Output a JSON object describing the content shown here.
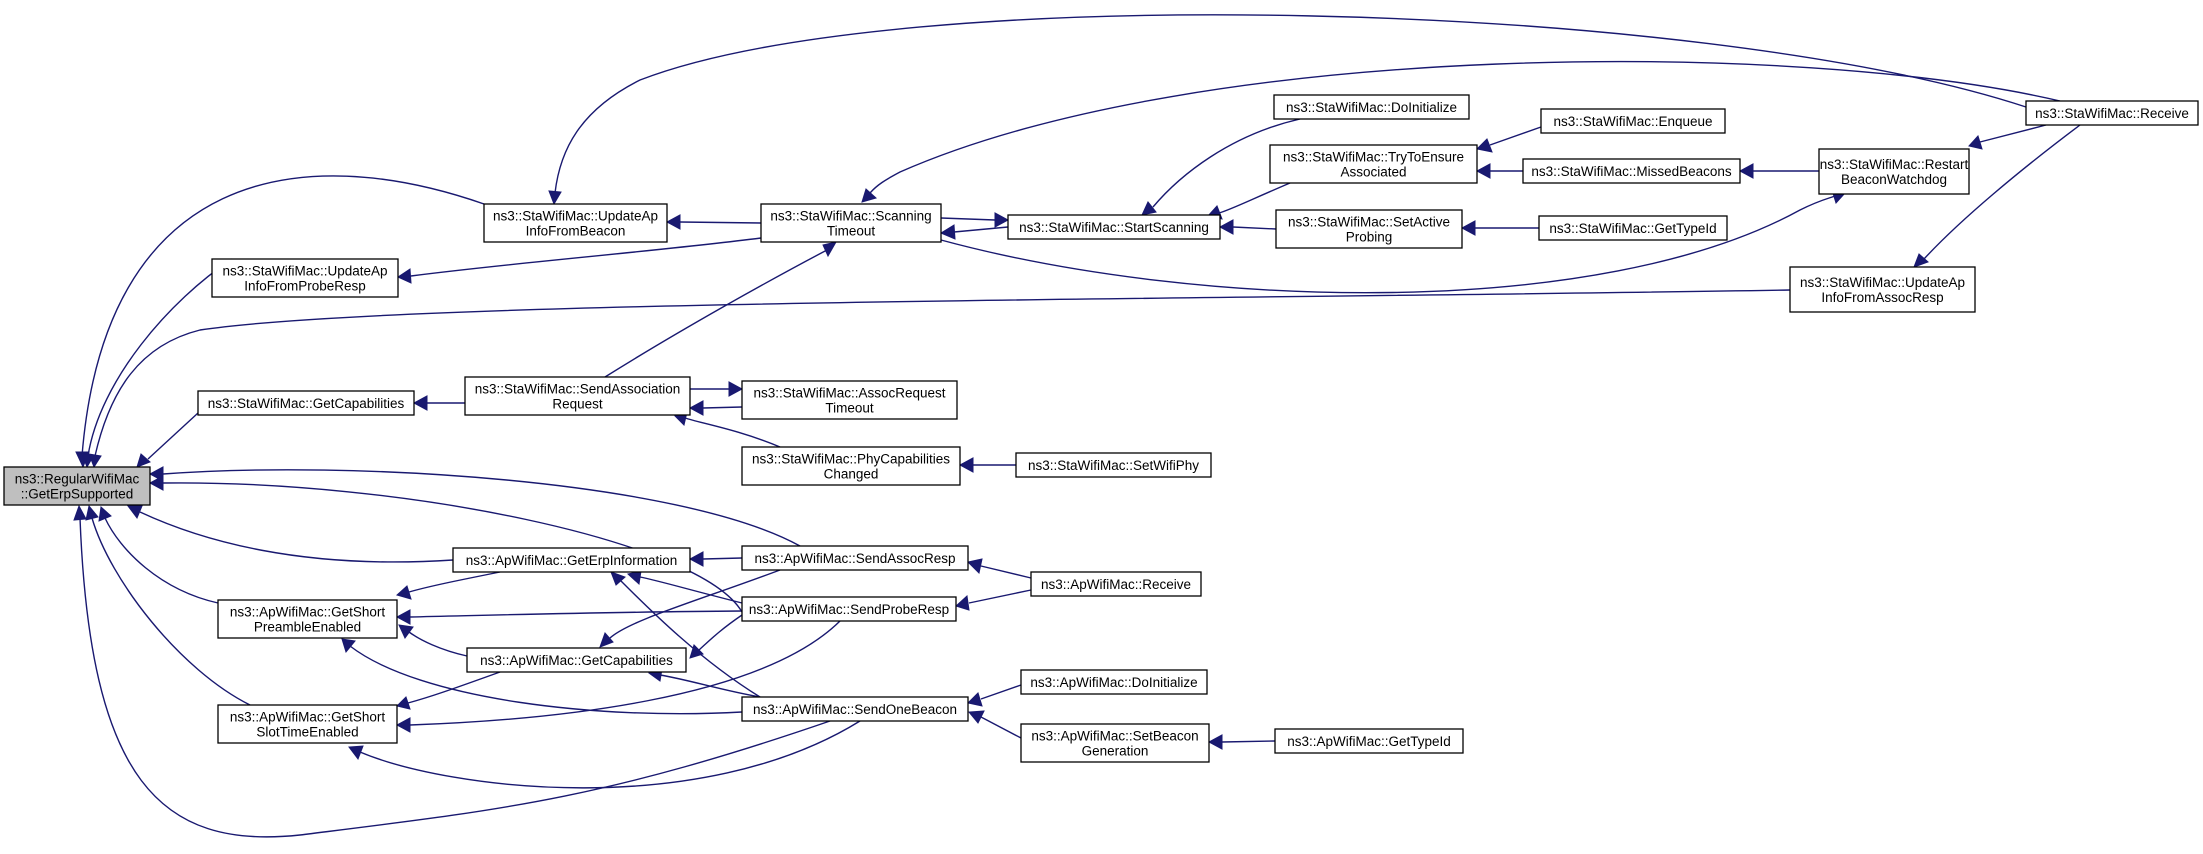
{
  "graph": {
    "nodes": [
      {
        "id": "root",
        "lines": [
          "ns3::RegularWifiMac",
          "::GetErpSupported"
        ],
        "root": true
      },
      {
        "id": "sta_upd_beacon",
        "lines": [
          "ns3::StaWifiMac::UpdateAp",
          "InfoFromBeacon"
        ]
      },
      {
        "id": "sta_upd_probe",
        "lines": [
          "ns3::StaWifiMac::UpdateAp",
          "InfoFromProbeResp"
        ]
      },
      {
        "id": "sta_getcap",
        "lines": [
          "ns3::StaWifiMac::GetCapabilities"
        ]
      },
      {
        "id": "ap_geterp",
        "lines": [
          "ns3::ApWifiMac::GetErpInformation"
        ]
      },
      {
        "id": "ap_preamble",
        "lines": [
          "ns3::ApWifiMac::GetShort",
          "PreambleEnabled"
        ]
      },
      {
        "id": "ap_slottime",
        "lines": [
          "ns3::ApWifiMac::GetShort",
          "SlotTimeEnabled"
        ]
      },
      {
        "id": "ap_getcap",
        "lines": [
          "ns3::ApWifiMac::GetCapabilities"
        ]
      },
      {
        "id": "sta_sendassoc",
        "lines": [
          "ns3::StaWifiMac::SendAssociation",
          "Request"
        ]
      },
      {
        "id": "sta_scan_timeout",
        "lines": [
          "ns3::StaWifiMac::Scanning",
          "Timeout"
        ]
      },
      {
        "id": "sta_assoc_timeout",
        "lines": [
          "ns3::StaWifiMac::AssocRequest",
          "Timeout"
        ]
      },
      {
        "id": "sta_phycap",
        "lines": [
          "ns3::StaWifiMac::PhyCapabilities",
          "Changed"
        ]
      },
      {
        "id": "ap_sendassocresp",
        "lines": [
          "ns3::ApWifiMac::SendAssocResp"
        ]
      },
      {
        "id": "ap_sendprobe",
        "lines": [
          "ns3::ApWifiMac::SendProbeResp"
        ]
      },
      {
        "id": "ap_sendbeacon",
        "lines": [
          "ns3::ApWifiMac::SendOneBeacon"
        ]
      },
      {
        "id": "sta_startscan",
        "lines": [
          "ns3::StaWifiMac::StartScanning"
        ]
      },
      {
        "id": "sta_setwifiphy",
        "lines": [
          "ns3::StaWifiMac::SetWifiPhy"
        ]
      },
      {
        "id": "ap_receive",
        "lines": [
          "ns3::ApWifiMac::Receive"
        ]
      },
      {
        "id": "ap_doinit",
        "lines": [
          "ns3::ApWifiMac::DoInitialize"
        ]
      },
      {
        "id": "ap_setbeacon",
        "lines": [
          "ns3::ApWifiMac::SetBeacon",
          "Generation"
        ]
      },
      {
        "id": "sta_doinit",
        "lines": [
          "ns3::StaWifiMac::DoInitialize"
        ]
      },
      {
        "id": "sta_tryensure",
        "lines": [
          "ns3::StaWifiMac::TryToEnsure",
          "Associated"
        ]
      },
      {
        "id": "sta_setactive",
        "lines": [
          "ns3::StaWifiMac::SetActive",
          "Probing"
        ]
      },
      {
        "id": "ap_gettypeid",
        "lines": [
          "ns3::ApWifiMac::GetTypeId"
        ]
      },
      {
        "id": "sta_enqueue",
        "lines": [
          "ns3::StaWifiMac::Enqueue"
        ]
      },
      {
        "id": "sta_missed",
        "lines": [
          "ns3::StaWifiMac::MissedBeacons"
        ]
      },
      {
        "id": "sta_gettypeid",
        "lines": [
          "ns3::StaWifiMac::GetTypeId"
        ]
      },
      {
        "id": "sta_restart",
        "lines": [
          "ns3::StaWifiMac::Restart",
          "BeaconWatchdog"
        ]
      },
      {
        "id": "sta_upd_assoc",
        "lines": [
          "ns3::StaWifiMac::UpdateAp",
          "InfoFromAssocResp"
        ]
      },
      {
        "id": "sta_receive",
        "lines": [
          "ns3::StaWifiMac::Receive"
        ]
      }
    ],
    "edges": [
      {
        "from": "sta_upd_beacon",
        "to": "root"
      },
      {
        "from": "sta_upd_probe",
        "to": "root"
      },
      {
        "from": "sta_upd_assoc",
        "to": "root"
      },
      {
        "from": "sta_getcap",
        "to": "root"
      },
      {
        "from": "ap_sendassocresp",
        "to": "root"
      },
      {
        "from": "ap_sendprobe",
        "to": "root"
      },
      {
        "from": "ap_geterp",
        "to": "root"
      },
      {
        "from": "ap_preamble",
        "to": "root"
      },
      {
        "from": "ap_slottime",
        "to": "root"
      },
      {
        "from": "ap_sendbeacon",
        "to": "root"
      },
      {
        "from": "sta_scan_timeout",
        "to": "sta_upd_beacon"
      },
      {
        "from": "sta_receive",
        "to": "sta_upd_beacon"
      },
      {
        "from": "sta_scan_timeout",
        "to": "sta_upd_probe"
      },
      {
        "from": "sta_sendassoc",
        "to": "sta_getcap"
      },
      {
        "from": "sta_sendassoc",
        "to": "sta_scan_timeout"
      },
      {
        "from": "sta_startscan",
        "to": "sta_scan_timeout"
      },
      {
        "from": "sta_scan_timeout",
        "to": "sta_startscan"
      },
      {
        "from": "sta_receive",
        "to": "sta_scan_timeout"
      },
      {
        "from": "sta_scan_timeout",
        "to": "sta_restart"
      },
      {
        "from": "sta_assoc_timeout",
        "to": "sta_sendassoc"
      },
      {
        "from": "sta_sendassoc",
        "to": "sta_assoc_timeout"
      },
      {
        "from": "sta_phycap",
        "to": "sta_sendassoc"
      },
      {
        "from": "sta_setwifiphy",
        "to": "sta_phycap"
      },
      {
        "from": "sta_doinit",
        "to": "sta_startscan"
      },
      {
        "from": "sta_tryensure",
        "to": "sta_startscan"
      },
      {
        "from": "sta_setactive",
        "to": "sta_startscan"
      },
      {
        "from": "sta_enqueue",
        "to": "sta_tryensure"
      },
      {
        "from": "sta_missed",
        "to": "sta_tryensure"
      },
      {
        "from": "sta_gettypeid",
        "to": "sta_setactive"
      },
      {
        "from": "sta_restart",
        "to": "sta_missed"
      },
      {
        "from": "sta_receive",
        "to": "sta_restart"
      },
      {
        "from": "sta_receive",
        "to": "sta_upd_assoc"
      },
      {
        "from": "ap_sendassocresp",
        "to": "ap_geterp"
      },
      {
        "from": "ap_sendprobe",
        "to": "ap_geterp"
      },
      {
        "from": "ap_sendbeacon",
        "to": "ap_geterp"
      },
      {
        "from": "ap_geterp",
        "to": "ap_preamble"
      },
      {
        "from": "ap_sendprobe",
        "to": "ap_preamble"
      },
      {
        "from": "ap_getcap",
        "to": "ap_preamble"
      },
      {
        "from": "ap_sendbeacon",
        "to": "ap_preamble"
      },
      {
        "from": "ap_getcap",
        "to": "ap_slottime"
      },
      {
        "from": "ap_sendprobe",
        "to": "ap_slottime"
      },
      {
        "from": "ap_sendbeacon",
        "to": "ap_slottime"
      },
      {
        "from": "ap_sendassocresp",
        "to": "ap_getcap"
      },
      {
        "from": "ap_sendprobe",
        "to": "ap_getcap"
      },
      {
        "from": "ap_sendbeacon",
        "to": "ap_getcap"
      },
      {
        "from": "ap_receive",
        "to": "ap_sendassocresp"
      },
      {
        "from": "ap_receive",
        "to": "ap_sendprobe"
      },
      {
        "from": "ap_doinit",
        "to": "ap_sendbeacon"
      },
      {
        "from": "ap_setbeacon",
        "to": "ap_sendbeacon"
      },
      {
        "from": "ap_gettypeid",
        "to": "ap_setbeacon"
      }
    ]
  }
}
